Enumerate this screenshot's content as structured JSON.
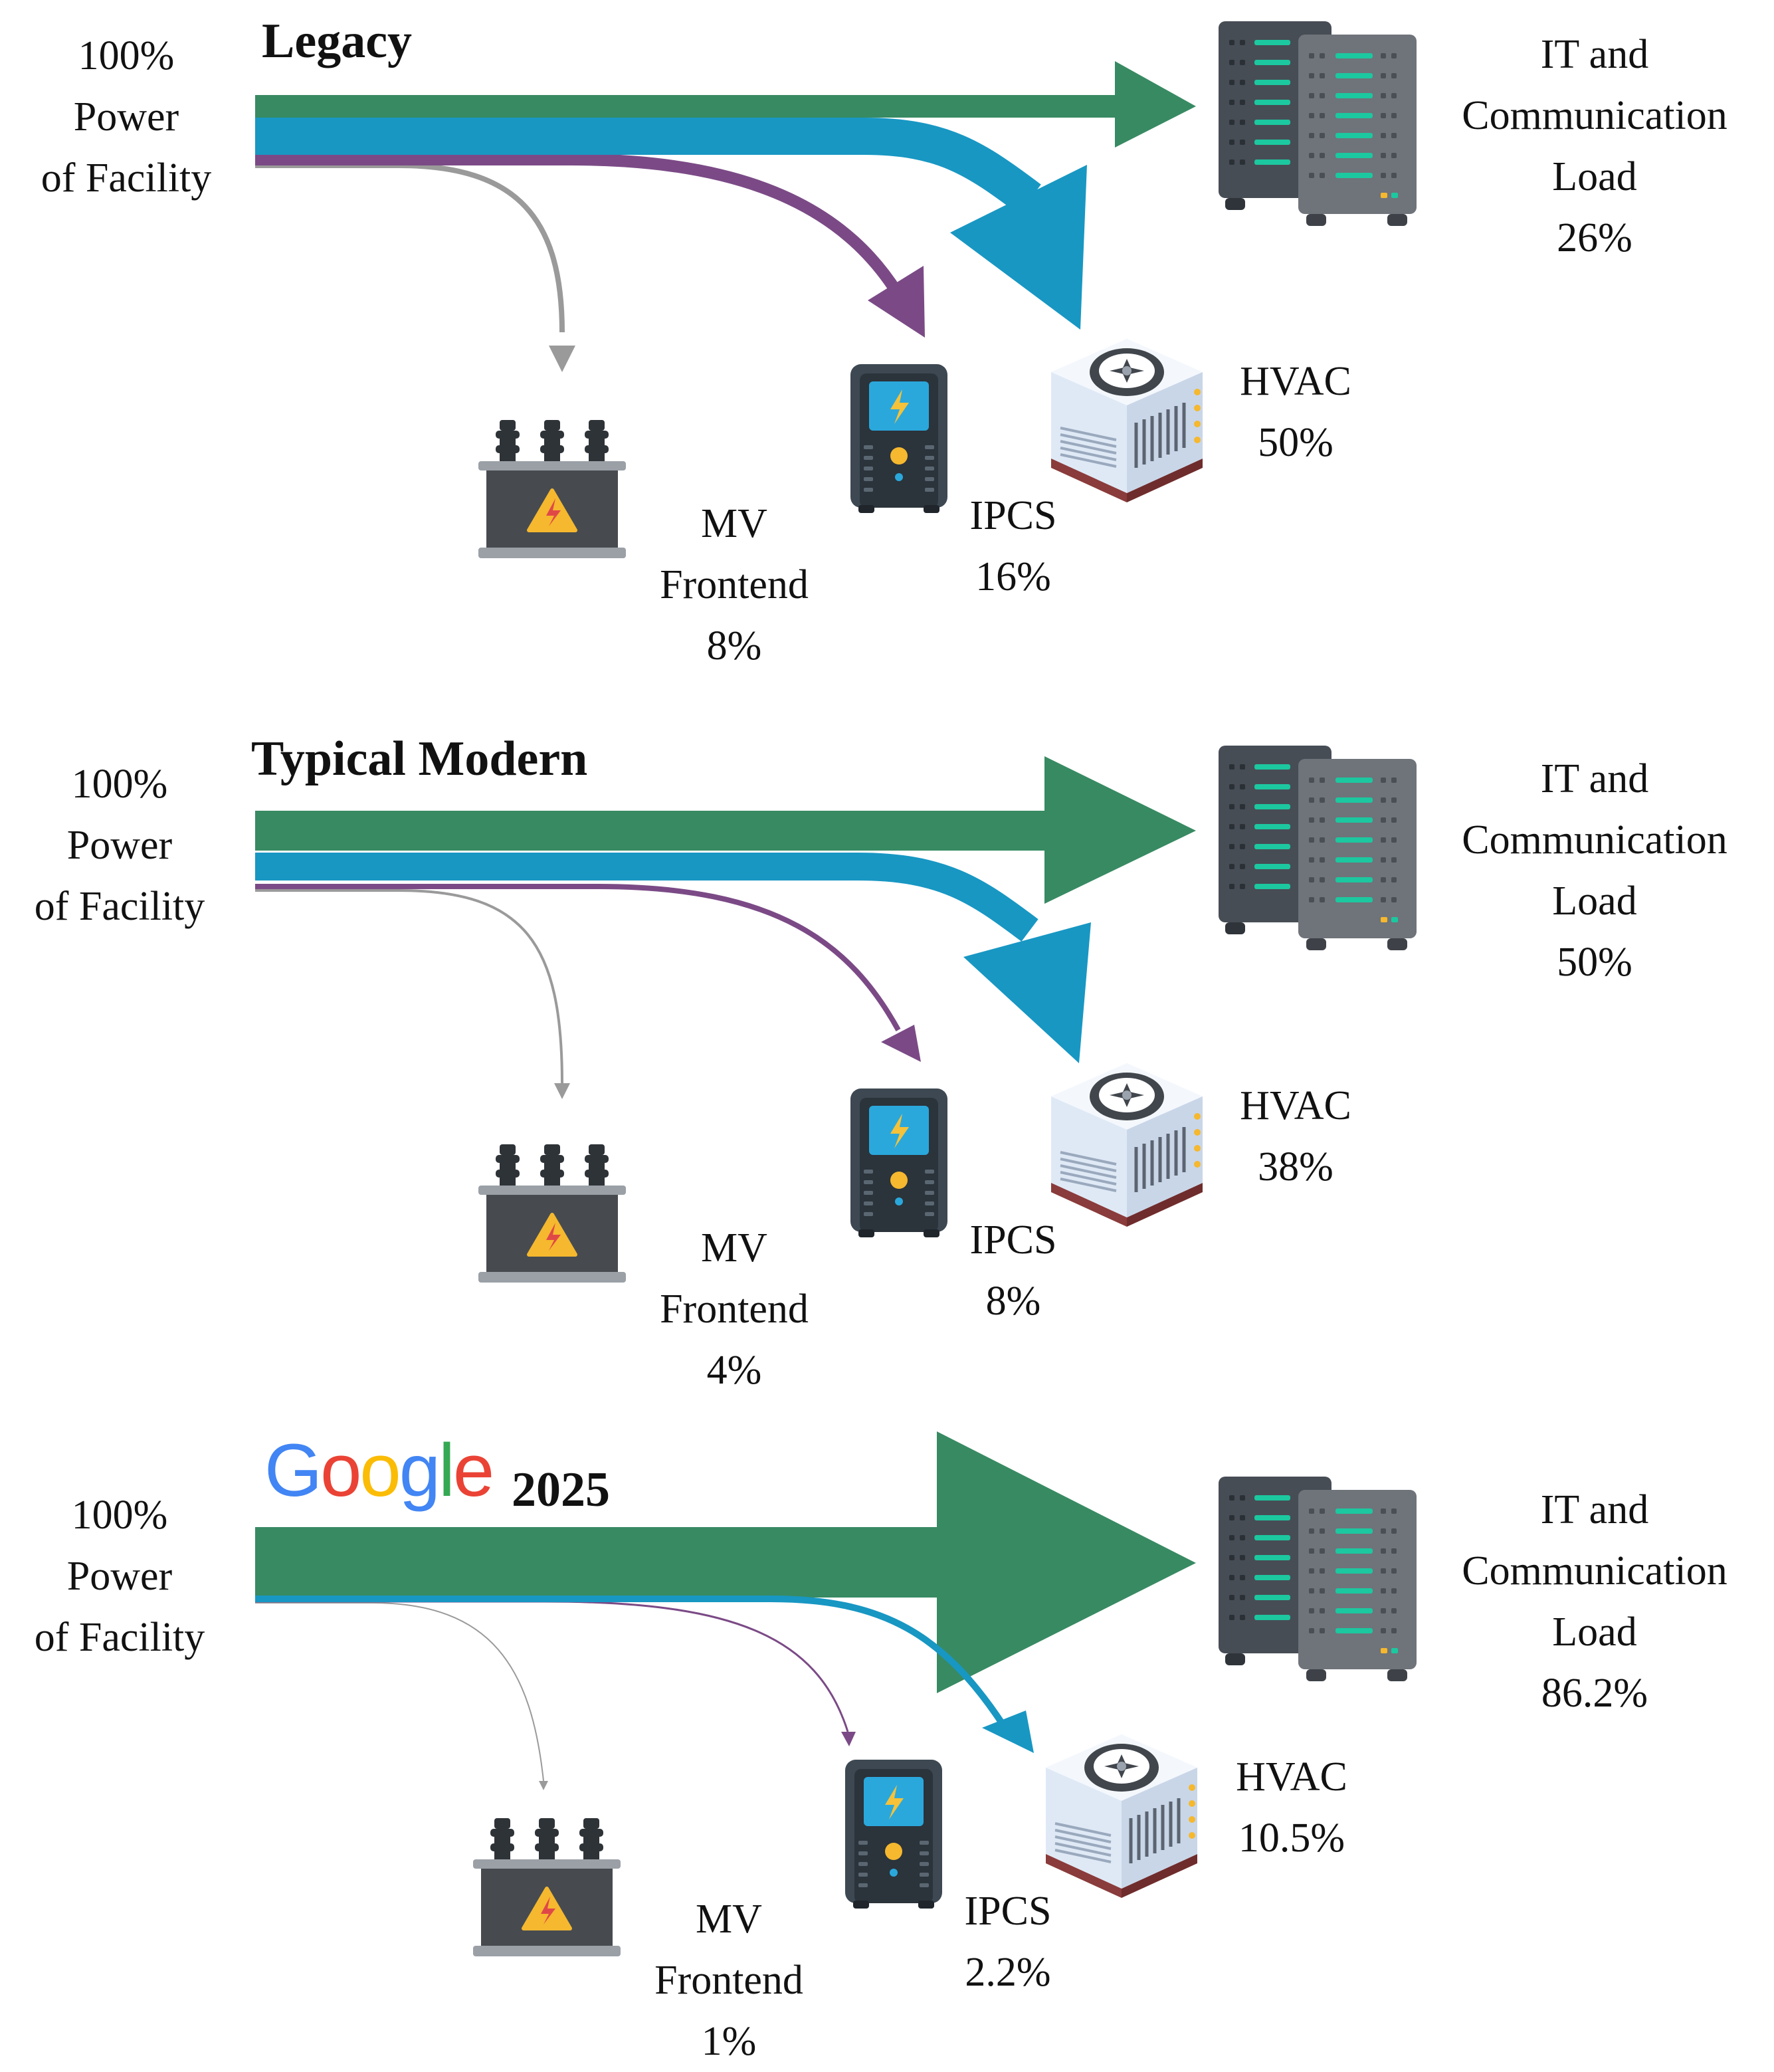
{
  "colors": {
    "it_flow": "#388a62",
    "hvac_flow": "#1897c3",
    "ipcs_flow": "#7b4a86",
    "mv_flow": "#9a9a9a"
  },
  "icons": {
    "it": "server-rack-icon",
    "hvac": "hvac-unit-icon",
    "ipcs": "power-conditioner-icon",
    "mv": "transformer-icon"
  },
  "panels": [
    {
      "title": "Legacy",
      "source": {
        "line1": "100%",
        "line2": "Power",
        "line3": "of Facility"
      },
      "it": {
        "line1": "IT and",
        "line2": "Communication",
        "line3": "Load",
        "value": "26%"
      },
      "hvac": {
        "name": "HVAC",
        "value": "50%"
      },
      "ipcs": {
        "name": "IPCS",
        "value": "16%"
      },
      "mv": {
        "line1": "MV",
        "line2": "Frontend",
        "value": "8%"
      }
    },
    {
      "title": "Typical Modern",
      "source": {
        "line1": "100%",
        "line2": "Power",
        "line3": "of Facility"
      },
      "it": {
        "line1": "IT and",
        "line2": "Communication",
        "line3": "Load",
        "value": "50%"
      },
      "hvac": {
        "name": "HVAC",
        "value": "38%"
      },
      "ipcs": {
        "name": "IPCS",
        "value": "8%"
      },
      "mv": {
        "line1": "MV",
        "line2": "Frontend",
        "value": "4%"
      }
    },
    {
      "title": "2025",
      "logo": "Google",
      "source": {
        "line1": "100%",
        "line2": "Power",
        "line3": "of Facility"
      },
      "it": {
        "line1": "IT and",
        "line2": "Communication",
        "line3": "Load",
        "value": "86.2%"
      },
      "hvac": {
        "name": "HVAC",
        "value": "10.5%"
      },
      "ipcs": {
        "name": "IPCS",
        "value": "2.2%"
      },
      "mv": {
        "line1": "MV",
        "line2": "Frontend",
        "value": "1%"
      }
    }
  ]
}
